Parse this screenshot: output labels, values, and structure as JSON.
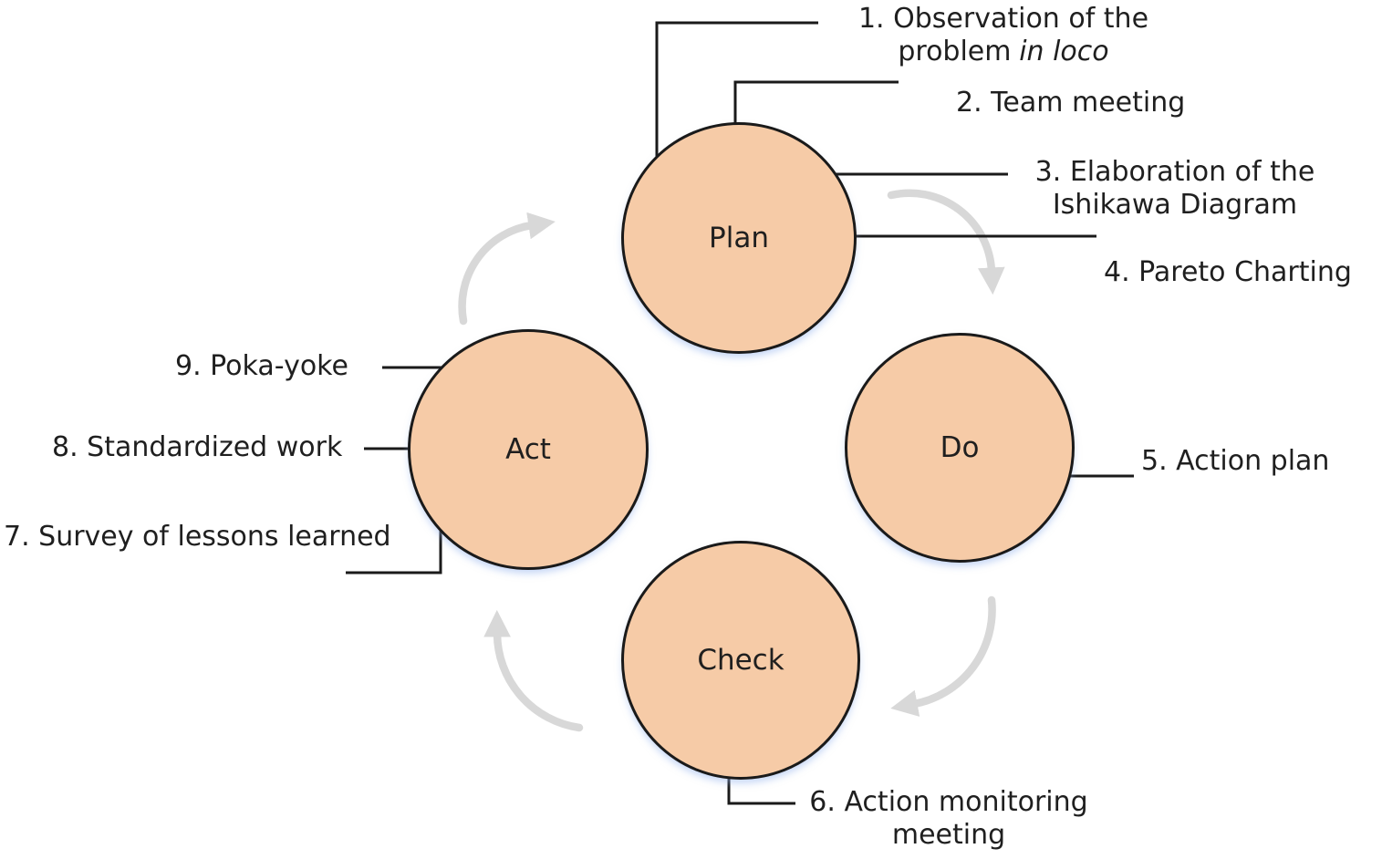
{
  "diagram": {
    "kind": "pdca-cycle"
  },
  "nodes": [
    {
      "id": "plan",
      "label": "Plan"
    },
    {
      "id": "do",
      "label": "Do"
    },
    {
      "id": "check",
      "label": "Check"
    },
    {
      "id": "act",
      "label": "Act"
    }
  ],
  "annotations": {
    "step1": {
      "line1": "1. Observation of the",
      "line2_text": "problem",
      "line2_italic": "in loco"
    },
    "step2": {
      "text": "2. Team meeting"
    },
    "step3": {
      "line1": "3. Elaboration of the",
      "line2": "Ishikawa Diagram"
    },
    "step4": {
      "text": "4. Pareto Charting"
    },
    "step5": {
      "text": "5. Action plan"
    },
    "step6": {
      "line1": "6. Action monitoring",
      "line2": "meeting"
    },
    "step7": {
      "text": "7. Survey of lessons learned"
    },
    "step8": {
      "text": "8. Standardized work"
    },
    "step9": {
      "text": "9. Poka-yoke"
    }
  },
  "colors": {
    "node_fill": "#f6cba7",
    "node_border": "#1a1a1a",
    "connector": "#1a1a1a",
    "cycle_arrow": "#d8d8d8",
    "text": "#1f1f1f",
    "background": "#ffffff",
    "node_shadow": "rgba(145,178,238,0.5)"
  }
}
